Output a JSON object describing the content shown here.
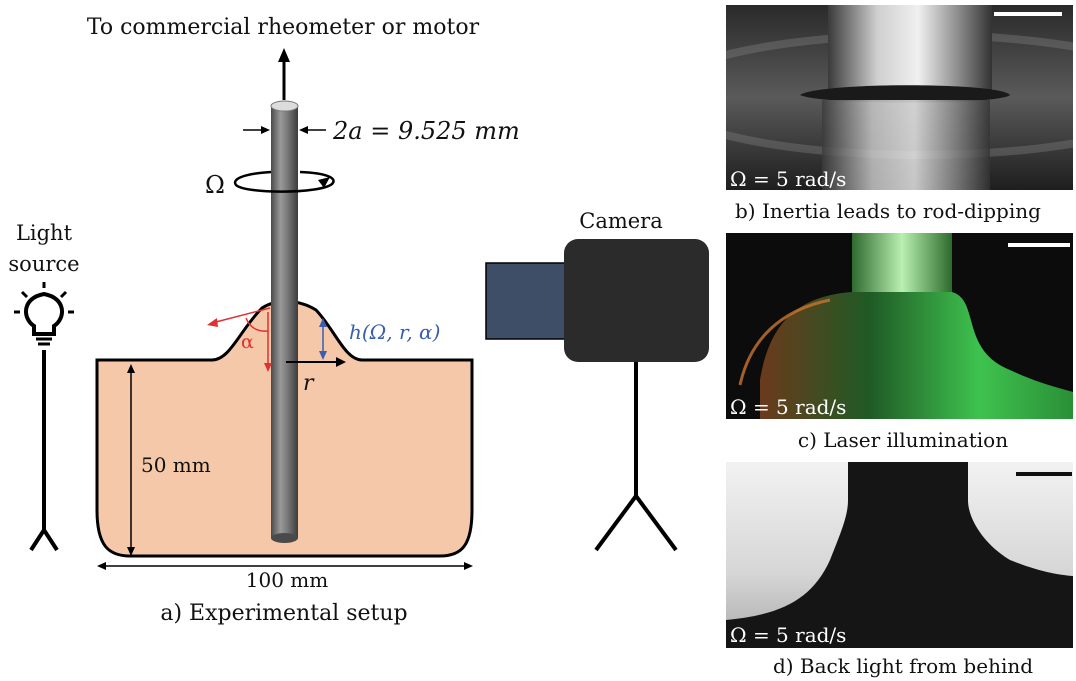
{
  "setup": {
    "top_label": "To commercial rheometer or motor",
    "rod_diameter": "2a = 9.525 mm",
    "omega_symbol": "Ω",
    "light_label_line1": "Light",
    "light_label_line2": "source",
    "camera_label": "Camera",
    "height_label": "h(Ω, r, α)",
    "alpha_label": "α",
    "r_label": "r",
    "depth_label": "50 mm",
    "width_label": "100 mm",
    "caption": "a) Experimental setup",
    "colors": {
      "fluid_fill": "#f6c8aa",
      "rod": "#6e6e6e",
      "camera_body": "#2b2b2b",
      "camera_lens": "#3e4e66",
      "alpha_red": "#e03030",
      "height_blue": "#3a5fb0"
    }
  },
  "panels": [
    {
      "id": "b",
      "overlay": "Ω = 5 rad/s",
      "caption": "b) Inertia leads to rod-dipping"
    },
    {
      "id": "c",
      "overlay": "Ω = 5 rad/s",
      "caption": "c) Laser illumination"
    },
    {
      "id": "d",
      "overlay": "Ω = 5 rad/s",
      "caption": "d) Back light from behind"
    }
  ]
}
